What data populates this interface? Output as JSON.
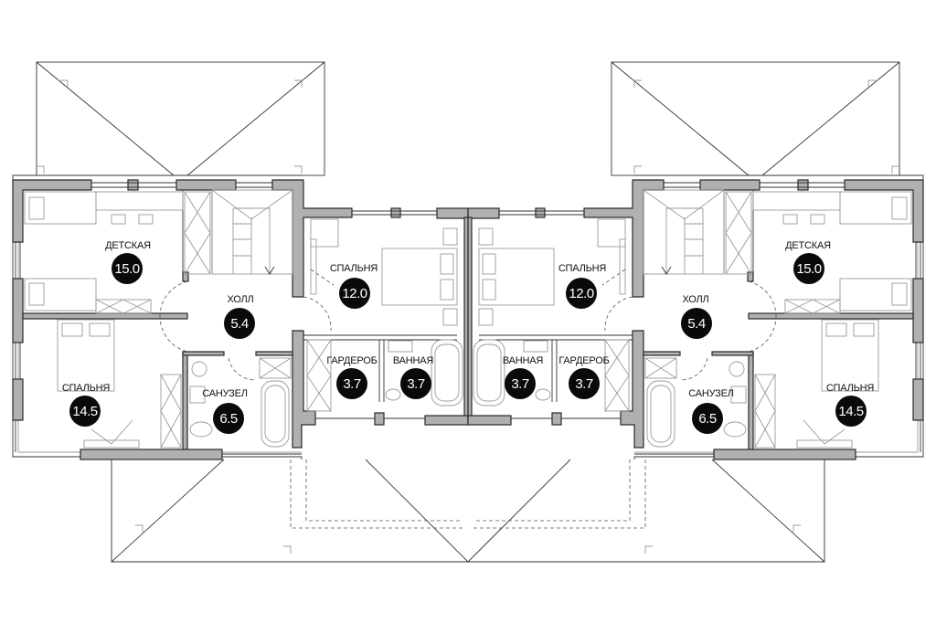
{
  "plan": {
    "units": [
      {
        "name": "left",
        "rooms": [
          {
            "label": "ДЕТСКАЯ",
            "area": "15.0"
          },
          {
            "label": "ХОЛЛ",
            "area": "5.4"
          },
          {
            "label": "СПАЛЬНЯ",
            "area": "12.0"
          },
          {
            "label": "ГАРДЕРОБ",
            "area": "3.7"
          },
          {
            "label": "ВАННАЯ",
            "area": "3.7"
          },
          {
            "label": "САНУЗЕЛ",
            "area": "6.5"
          },
          {
            "label": "СПАЛЬНЯ",
            "area": "14.5"
          }
        ]
      },
      {
        "name": "right",
        "rooms": [
          {
            "label": "ДЕТСКАЯ",
            "area": "15.0"
          },
          {
            "label": "ХОЛЛ",
            "area": "5.4"
          },
          {
            "label": "СПАЛЬНЯ",
            "area": "12.0"
          },
          {
            "label": "ГАРДЕРОБ",
            "area": "3.7"
          },
          {
            "label": "ВАННАЯ",
            "area": "3.7"
          },
          {
            "label": "САНУЗЕЛ",
            "area": "6.5"
          },
          {
            "label": "СПАЛЬНЯ",
            "area": "14.5"
          }
        ]
      }
    ]
  }
}
